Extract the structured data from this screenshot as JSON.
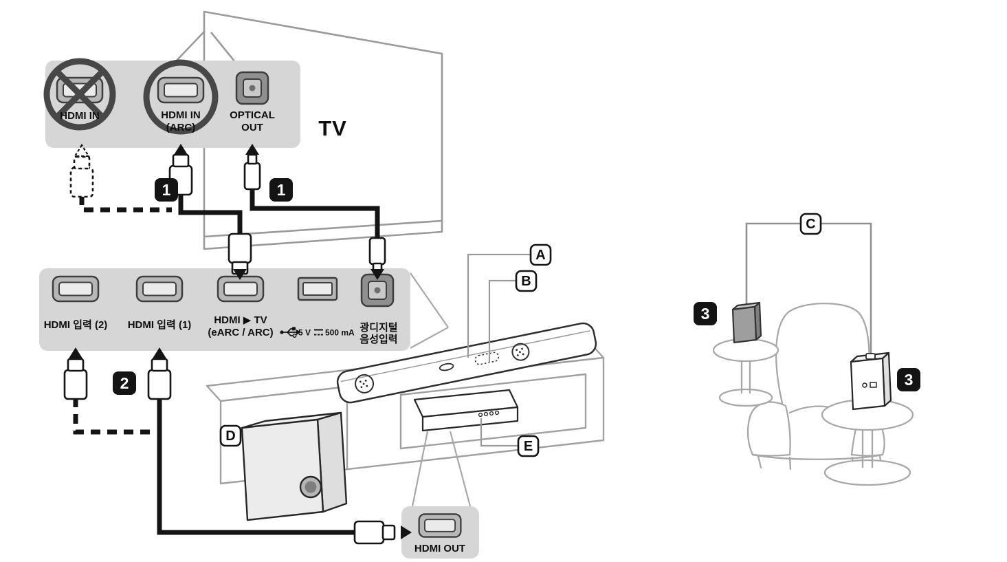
{
  "colors": {
    "panel_bg": "#d6d6d6",
    "furniture_line": "#a0a0a0",
    "cable": "#141414"
  },
  "tv": {
    "label": "TV"
  },
  "tv_ports_panel": {
    "hdmi_in": {
      "label": "HDMI IN"
    },
    "hdmi_in_arc": {
      "line1": "HDMI IN",
      "line2": "(ARC)"
    },
    "optical_out": {
      "line1": "OPTICAL",
      "line2": "OUT"
    }
  },
  "soundbar_ports_panel": {
    "hdmi_input_2": {
      "label": "HDMI 입력 (2)"
    },
    "hdmi_input_1": {
      "label": "HDMI 입력 (1)"
    },
    "hdmi_to_tv": {
      "line1": "HDMI ▶ TV",
      "line2": "(eARC / ARC)"
    },
    "usb": {
      "volt": "5 V",
      "current": "500 mA"
    },
    "optical_in": {
      "line1": "광디지털",
      "line2": "음성입력"
    }
  },
  "hdmi_out_panel": {
    "label": "HDMI OUT"
  },
  "callouts": {
    "a": "A",
    "b": "B",
    "c": "C",
    "d": "D",
    "e": "E"
  },
  "steps": {
    "one": "1",
    "two": "2",
    "three": "3"
  }
}
